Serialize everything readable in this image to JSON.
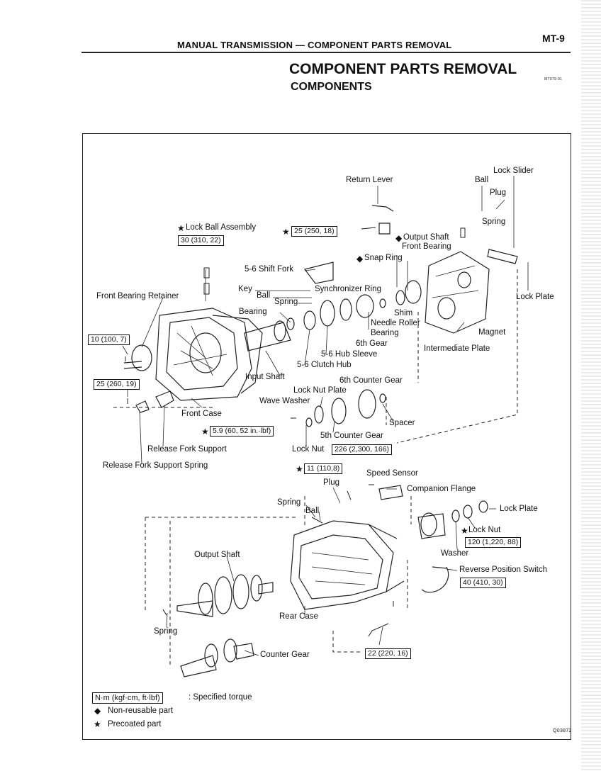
{
  "header": {
    "running_head": "MANUAL TRANSMISSION — COMPONENT PARTS REMOVAL",
    "page_number": "MT-9",
    "title": "COMPONENT PARTS REMOVAL",
    "subtitle": "COMPONENTS",
    "figure_code_top": "MT079-01",
    "figure_code_bottom": "Q03872"
  },
  "symbols": {
    "star": "★",
    "diamond": "◆"
  },
  "labels": {
    "return_lever": "Return Lever",
    "ball_top": "Ball",
    "lock_slider": "Lock Slider",
    "plug_top": "Plug",
    "spring_top": "Spring",
    "lock_ball_assembly": "Lock Ball Assembly",
    "output_shaft_front_bearing_1": "Output Shaft",
    "output_shaft_front_bearing_2": "Front Bearing",
    "snap_ring": "Snap Ring",
    "shift_fork": "5-6 Shift Fork",
    "key": "Key",
    "ball_mid": "Ball",
    "synchronizer_ring": "Synchronizer Ring",
    "lock_plate_top": "Lock Plate",
    "front_bearing_retainer": "Front Bearing Retainer",
    "spring_mid": "Spring",
    "bearing_mid": "Bearing",
    "shim": "Shim",
    "needle_roller_bearing_1": "Needle Roller",
    "needle_roller_bearing_2": "Bearing",
    "magnet": "Magnet",
    "sixth_gear": "6th Gear",
    "hub_sleeve": "5-6 Hub Sleeve",
    "intermediate_plate": "Intermediate Plate",
    "input_shaft": "Input Shaft",
    "clutch_hub": "5-6 Clutch Hub",
    "sixth_counter_gear": "6th Counter Gear",
    "lock_nut_plate": "Lock Nut Plate",
    "wave_washer": "Wave Washer",
    "front_case": "Front Case",
    "spacer": "Spacer",
    "fifth_counter_gear": "5th Counter Gear",
    "release_fork_support": "Release Fork Support",
    "lock_nut_mid": "Lock Nut",
    "release_fork_support_spring": "Release Fork Support Spring",
    "speed_sensor": "Speed Sensor",
    "plug_bottom": "Plug",
    "companion_flange": "Companion Flange",
    "spring_bottom": "Spring",
    "ball_bottom": "Ball",
    "lock_plate_bottom": "Lock Plate",
    "lock_nut_bottom": "Lock Nut",
    "output_shaft": "Output Shaft",
    "washer": "Washer",
    "reverse_position_switch": "Reverse Position Switch",
    "rear_case": "Rear Case",
    "spring_lower": "Spring",
    "counter_gear": "Counter Gear"
  },
  "torques": {
    "return_lever_bolt": "25 (250, 18)",
    "lock_ball_assembly": "30 (310, 22)",
    "front_bearing_retainer": "10 (100, 7)",
    "release_fork_support": "25 (260, 19)",
    "lock_nut_plate_screw": "5.9 (60, 52 in.·lbf)",
    "lock_nut": "226 (2,300, 166)",
    "speed_sensor": "11 (110,8)",
    "companion_flange_nut": "120 (1,220, 88)",
    "reverse_position_switch": "40 (410, 30)",
    "rear_case_bolt": "22 (220, 16)"
  },
  "legend": {
    "unit_box": "N·m (kgf·cm, ft·lbf)",
    "unit_desc": ": Specified torque",
    "diamond_desc": "Non-reusable part",
    "star_desc": "Precoated part"
  }
}
